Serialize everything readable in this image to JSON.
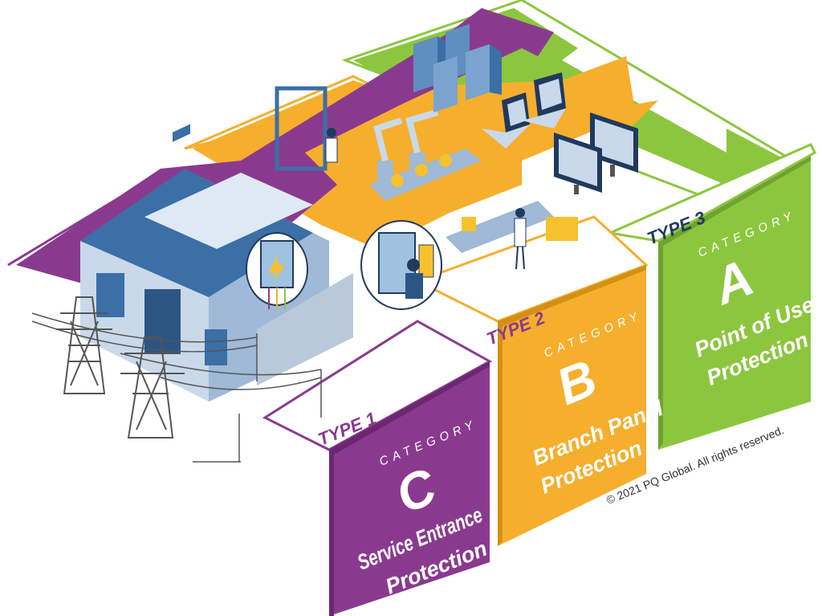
{
  "colors": {
    "purple": "#8a3a8e",
    "orange": "#f6ae2d",
    "green": "#8cc63f",
    "navy": "#1f3a5f",
    "building_blue": "#3b6fa6",
    "building_light": "#c9d9ea"
  },
  "categories": [
    {
      "type_label": "TYPE 1",
      "category_word": "CATEGORY",
      "letter": "C",
      "name_line1": "Service Entrance",
      "name_line2": "Protection",
      "color": "#8a3a8e"
    },
    {
      "type_label": "TYPE 2",
      "category_word": "CATEGORY",
      "letter": "B",
      "name_line1": "Branch Panel",
      "name_line2": "Protection",
      "color": "#f6ae2d"
    },
    {
      "type_label": "TYPE 3",
      "category_word": "CATEGORY",
      "letter": "A",
      "name_line1": "Point of Use",
      "name_line2": "Protection",
      "color": "#8cc63f"
    }
  ],
  "copyright": "© 2021 PQ Global. All rights reserved.",
  "icons": [
    "power-tower-icon",
    "factory-building-icon",
    "service-panel-icon",
    "technician-icon",
    "robot-arm-icon",
    "conveyor-icon",
    "server-rack-icon",
    "laptop-icon",
    "monitor-icon",
    "worker-icon"
  ]
}
